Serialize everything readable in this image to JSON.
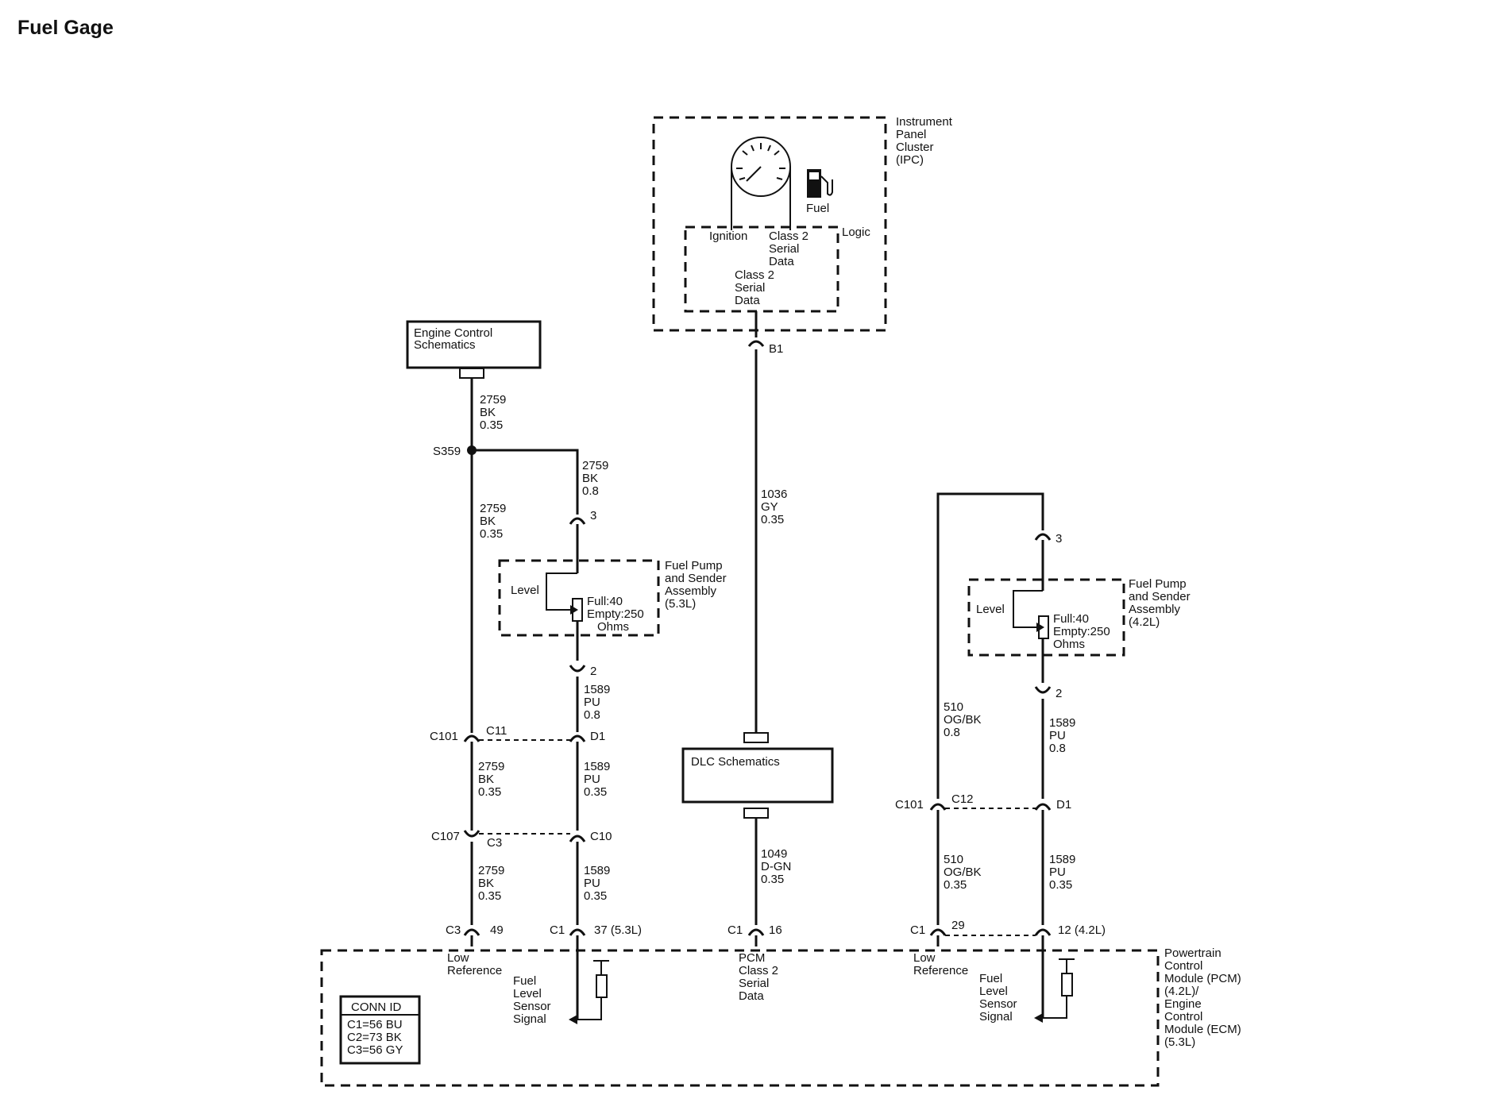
{
  "title": "Fuel Gage",
  "ipc": {
    "label": [
      "Instrument",
      "Panel",
      "Cluster",
      "(IPC)"
    ],
    "fuel_label": "Fuel",
    "logic_label": "Logic",
    "ignition_label": "Ignition",
    "serial_data_1": [
      "Class 2",
      "Serial",
      "Data"
    ],
    "serial_data_2": [
      "Class 2",
      "Serial",
      "Data"
    ],
    "connector": "B1"
  },
  "engine_control_box": [
    "Engine Control",
    "Schematics"
  ],
  "dlc_box": "DLC Schematics",
  "splice": "S359",
  "wires": {
    "w2759_top": [
      "2759",
      "BK",
      "0.35"
    ],
    "w2759_branch": [
      "2759",
      "BK",
      "0.8"
    ],
    "w2759_left": [
      "2759",
      "BK",
      "0.35"
    ],
    "w2759_mid": [
      "2759",
      "BK",
      "0.35"
    ],
    "w2759_bot": [
      "2759",
      "BK",
      "0.35"
    ],
    "w1589_a": [
      "1589",
      "PU",
      "0.8"
    ],
    "w1589_b": [
      "1589",
      "PU",
      "0.35"
    ],
    "w1589_c": [
      "1589",
      "PU",
      "0.35"
    ],
    "w1036": [
      "1036",
      "GY",
      "0.35"
    ],
    "w1049": [
      "1049",
      "D-GN",
      "0.35"
    ],
    "w510_a": [
      "510",
      "OG/BK",
      "0.8"
    ],
    "w510_b": [
      "510",
      "OG/BK",
      "0.35"
    ],
    "w1589_r1": [
      "1589",
      "PU",
      "0.8"
    ],
    "w1589_r2": [
      "1589",
      "PU",
      "0.35"
    ]
  },
  "connectors": {
    "left_pin3": "3",
    "left_pin2": "2",
    "c101_left": "C101",
    "c11": "C11",
    "d1_left": "D1",
    "c107": "C107",
    "c3_small": "C3",
    "c10": "C10",
    "c3_pcm": "C3",
    "pin49": "49",
    "c1_a": "C1",
    "pin37": "37 (5.3L)",
    "c1_b": "C1",
    "pin16": "16",
    "c1_c": "C1",
    "pin29": "29",
    "pin12": "12 (4.2L)",
    "right_pin3": "3",
    "right_pin2": "2",
    "c101_right": "C101",
    "c12": "C12",
    "d1_right": "D1"
  },
  "sender_left": {
    "label": [
      "Fuel Pump",
      "and Sender",
      "Assembly",
      "(5.3L)"
    ],
    "level": "Level",
    "spec": [
      "Full:40",
      "Empty:250",
      "Ohms"
    ]
  },
  "sender_right": {
    "label": [
      "Fuel Pump",
      "and Sender",
      "Assembly",
      "(4.2L)"
    ],
    "level": "Level",
    "spec": [
      "Full:40",
      "Empty:250",
      "Ohms"
    ]
  },
  "pcm": {
    "label": [
      "Powertrain",
      "Control",
      "Module (PCM)",
      "(4.2L)/",
      "Engine",
      "Control",
      "Module (ECM)",
      "(5.3L)"
    ],
    "low_ref_left": [
      "Low",
      "Reference"
    ],
    "fuel_sensor_left": [
      "Fuel",
      "Level",
      "Sensor",
      "Signal"
    ],
    "serial_data": [
      "PCM",
      "Class 2",
      "Serial",
      "Data"
    ],
    "low_ref_right": [
      "Low",
      "Reference"
    ],
    "fuel_sensor_right": [
      "Fuel",
      "Level",
      "Sensor",
      "Signal"
    ]
  },
  "conn_id": {
    "header": "CONN ID",
    "rows": [
      "C1=56 BU",
      "C2=73 BK",
      "C3=56 GY"
    ]
  }
}
